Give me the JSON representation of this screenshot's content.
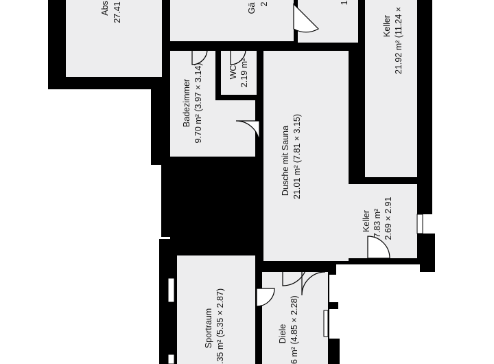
{
  "colors": {
    "wall": "#000000",
    "floor": "#ededee",
    "background": "#ffffff",
    "door_line": "#000000",
    "label": "#111111"
  },
  "rooms": [
    {
      "id": "abstellraum",
      "name": "Abs",
      "area": "27.41"
    },
    {
      "id": "gaeste",
      "name": "Gä",
      "area": "2"
    },
    {
      "id": "small-top",
      "name": "",
      "area": "1"
    },
    {
      "id": "keller-large",
      "name": "Keller",
      "area": "21.92 m² (11.24 ×"
    },
    {
      "id": "wc",
      "name": "WC",
      "area": "2.19 m²"
    },
    {
      "id": "badezimmer",
      "name": "Badezimmer",
      "area": "9.70 m² (3.97 × 3.14)"
    },
    {
      "id": "dusche",
      "name": "Dusche mit Sauna",
      "area": "21.01 m² (7.81 × 3.15)"
    },
    {
      "id": "keller-small",
      "name": "Keller",
      "area": "7.83 m²",
      "dims": "2.69 × 2.91"
    },
    {
      "id": "sportraum",
      "name": "Sportraum",
      "area": ".35 m² (5.35 × 2.87)"
    },
    {
      "id": "diele",
      "name": "Diele",
      "area": "6 m² (4.85 × 2.28)"
    }
  ]
}
